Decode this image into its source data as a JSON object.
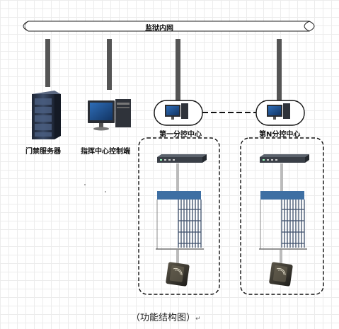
{
  "network": {
    "label": "监狱内网"
  },
  "nodes": {
    "access_server": "门禁服务器",
    "command_client": "指挥中心控制端",
    "sub_center_1": "第一分控中心",
    "sub_center_n": "第N分控中心"
  },
  "caption": {
    "text": "（功能结构图）",
    "return_mark": "↵"
  },
  "colors": {
    "pole": "#555555",
    "gate_top": "#3e6fa3",
    "gate_bars": "#3c4e6a",
    "rack": "#2b3446",
    "switch_body": "#3a3f47",
    "monitor_screen": "#1c4d8c",
    "reader_body": "#2b2b2b"
  }
}
